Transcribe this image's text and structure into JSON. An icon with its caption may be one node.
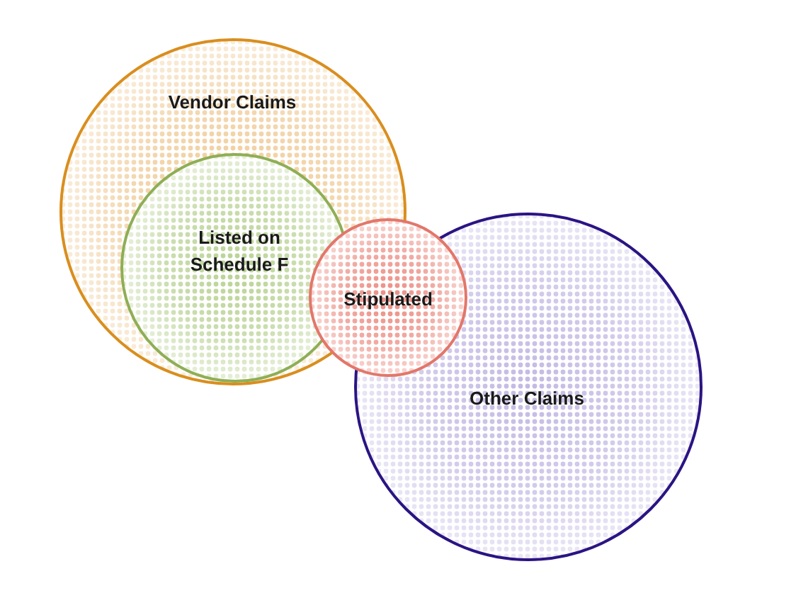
{
  "diagram": {
    "nodes": [
      {
        "text": [
          "Vendor Claims"
        ]
      },
      {
        "text": [
          "Listed on Schedule F"
        ],
        "in": 0
      },
      {
        "text": [
          "Stipulated"
        ]
      },
      {
        "text": [
          "Other Claims"
        ]
      }
    ]
  }
}
